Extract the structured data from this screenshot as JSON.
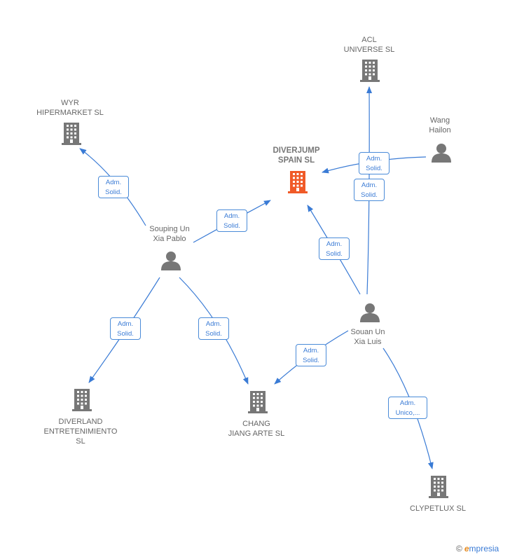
{
  "nodes": {
    "diverjump": {
      "label": "DIVERJUMP\nSPAIN  SL",
      "type": "company",
      "color": "#f05a28"
    },
    "acl": {
      "label": "ACL\nUNIVERSE  SL",
      "type": "company",
      "color": "#777777"
    },
    "wyr": {
      "label": "WYR\nHIPERMARKET SL",
      "type": "company",
      "color": "#777777"
    },
    "wang": {
      "label": "Wang\nHailon",
      "type": "person",
      "color": "#777777"
    },
    "souping": {
      "label": "Souping Un\nXia Pablo",
      "type": "person",
      "color": "#777777"
    },
    "souan": {
      "label": "Souan Un\nXia Luis",
      "type": "person",
      "color": "#777777"
    },
    "diverland": {
      "label": "DIVERLAND\nENTRETENIMIENTO\nSL",
      "type": "company",
      "color": "#777777"
    },
    "chang": {
      "label": "CHANG\nJIANG ARTE SL",
      "type": "company",
      "color": "#777777"
    },
    "clypetlux": {
      "label": "CLYPETLUX SL",
      "type": "company",
      "color": "#777777"
    }
  },
  "edges": {
    "souping_wyr": "Adm.\nSolid.",
    "souping_diverjump": "Adm.\nSolid.",
    "wang_diverjump": "Adm.\nSolid.",
    "souan_acl": "Adm.\nSolid.",
    "souan_diverjump": "Adm.\nSolid.",
    "souping_diverland": "Adm.\nSolid.",
    "souping_chang": "Adm.\nSolid.",
    "souan_chang": "Adm.\nSolid.",
    "souan_clypetlux": "Adm.\nUnico,..."
  },
  "colors": {
    "edge": "#3a7bd5",
    "icon": "#777777",
    "focus": "#f05a28"
  },
  "footer": {
    "copyright": "©",
    "brand_e": "e",
    "brand_rest": "mpresia"
  }
}
